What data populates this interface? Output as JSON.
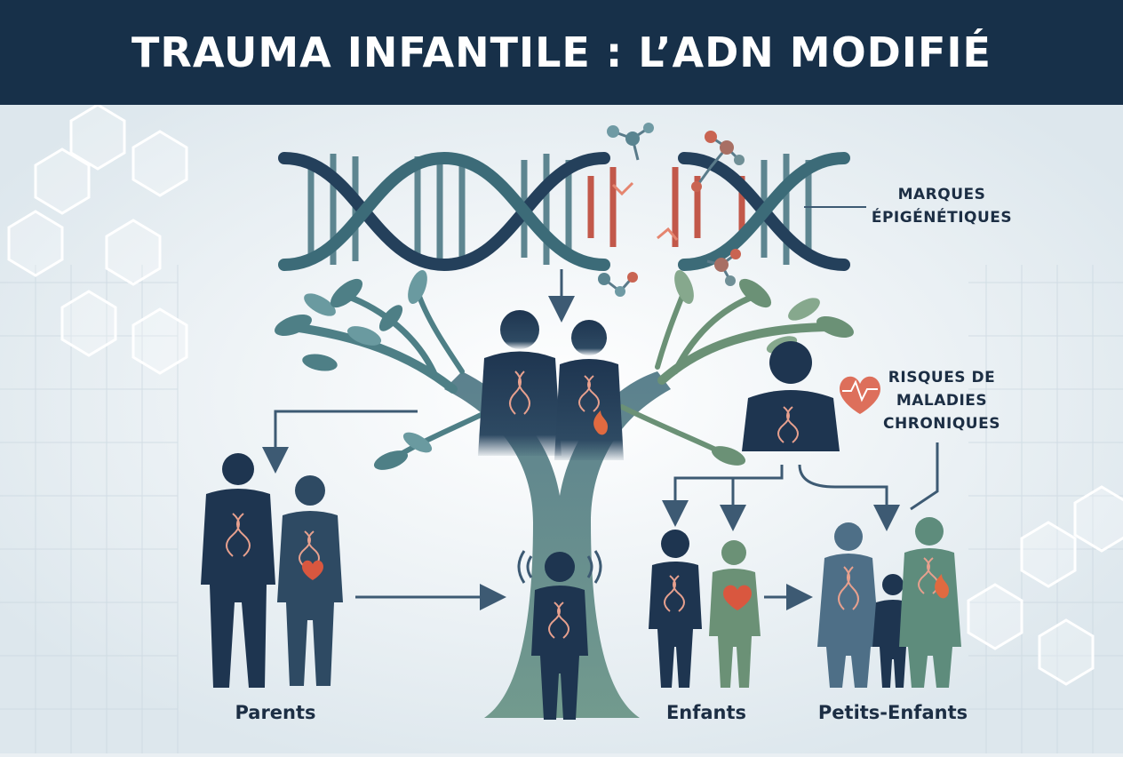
{
  "header": {
    "title": "TRAUMA INFANTILE : L’ADN MODIFIÉ"
  },
  "callouts": {
    "epigenetic_line1": "MARQUES",
    "epigenetic_line2": "ÉPIGÉNÉTIQUES",
    "disease_line1": "RISQUES DE",
    "disease_line2": "MALADIES",
    "disease_line3": "CHRONIQUES"
  },
  "generations": {
    "parents": "Parents",
    "children": "Enfants",
    "grandchildren": "Petits-Enfants"
  },
  "colors": {
    "header_bg": "#173049",
    "navy": "#1e3550",
    "slate": "#3d5a73",
    "teal": "#4e7f86",
    "sage": "#6b9176",
    "accent_red": "#d9573f",
    "background": "#e9eff3"
  },
  "icons": [
    "dna-helix-icon",
    "molecule-icon",
    "heart-pulse-icon",
    "flame-icon",
    "sound-wave-icon",
    "arrow-icon"
  ]
}
